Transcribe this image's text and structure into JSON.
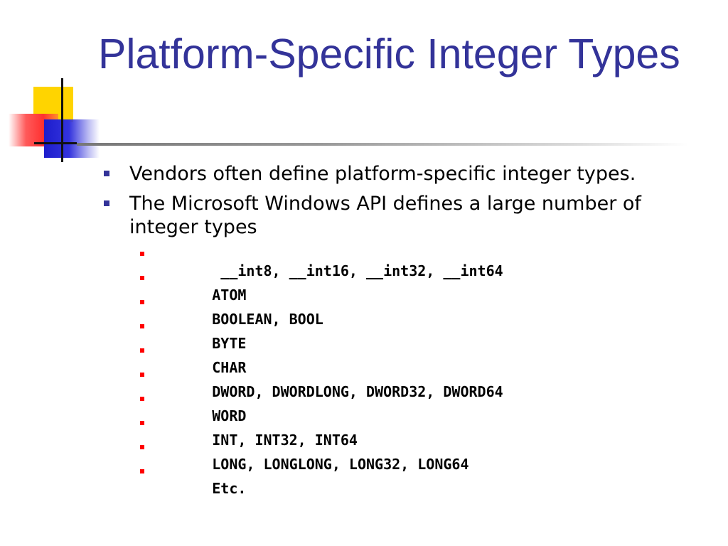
{
  "slide": {
    "title": "Platform-Specific Integer Types",
    "bullets": [
      "Vendors often define platform-specific integer types.",
      "The Microsoft Windows API defines a large number of integer types"
    ],
    "sub_bullets": [
      " __int8, __int16, __int32, __int64",
      "ATOM",
      "BOOLEAN, BOOL",
      "BYTE",
      "CHAR",
      "DWORD, DWORDLONG, DWORD32, DWORD64",
      "WORD",
      "INT, INT32, INT64",
      "LONG, LONGLONG, LONG32, LONG64",
      "Etc."
    ]
  },
  "colors": {
    "title": "#333399",
    "level1_bullet": "#333399",
    "level2_bullet": "#ff0000",
    "logo_yellow": "#ffd400",
    "logo_red": "#ff3030",
    "logo_blue": "#1d1dcc"
  },
  "icons": {
    "logo": "overlapping-squares-logo"
  }
}
